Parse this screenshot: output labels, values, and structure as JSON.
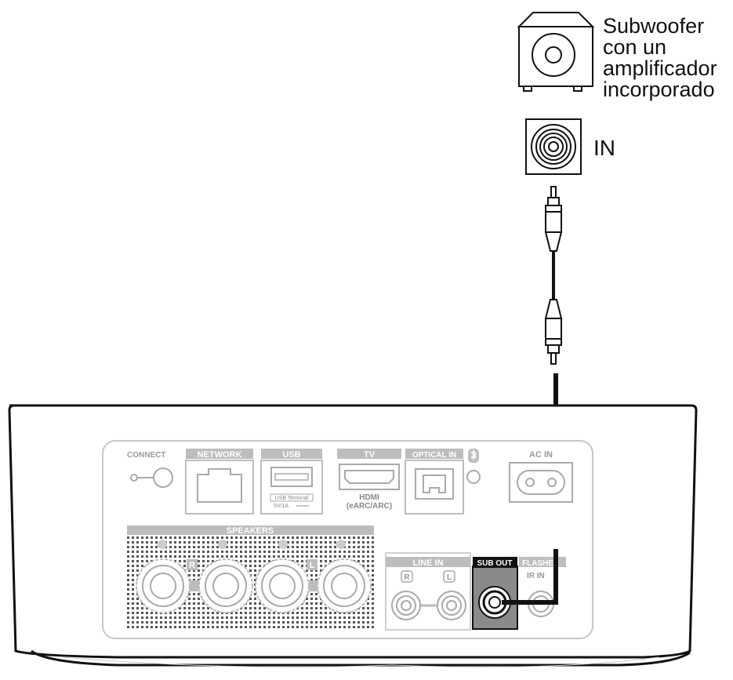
{
  "subwoofer": {
    "caption_lines": [
      "Subwoofer",
      "con un",
      "amplificador",
      "incorporado"
    ],
    "input_label": "IN"
  },
  "panel": {
    "connect": "CONNECT",
    "network": "NETWORK",
    "usb": "USB",
    "usb_terminal": "USB Terminal",
    "usb_power": "5V/1A",
    "tv": "TV",
    "hdmi_line1": "HDMI",
    "hdmi_line2": "(eARC/ARC)",
    "optical_in": "OPTICAL IN",
    "ac_in": "AC IN",
    "speakers": "SPEAKERS",
    "speaker_r": "R",
    "speaker_l": "L",
    "line_in": "LINE IN",
    "line_r": "R",
    "line_l": "L",
    "sub_out": "SUB OUT",
    "flasher": "FLASHER",
    "ir_in": "IR IN"
  },
  "colors": {
    "line": "#111111",
    "panel_gray": "#bdbdbd",
    "sub_out_fill": "#8a8a8a"
  }
}
